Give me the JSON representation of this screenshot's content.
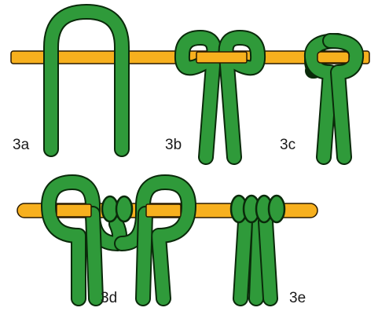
{
  "colors": {
    "rod": "#f7b01e",
    "cord": "#2f9a3a",
    "outline": "#0a2a0a",
    "label": "#1a1a1a"
  },
  "steps": [
    {
      "id": "3a",
      "label": "3a"
    },
    {
      "id": "3b",
      "label": "3b"
    },
    {
      "id": "3c",
      "label": "3c"
    },
    {
      "id": "3d",
      "label": "3d"
    },
    {
      "id": "3e",
      "label": "3e"
    }
  ]
}
